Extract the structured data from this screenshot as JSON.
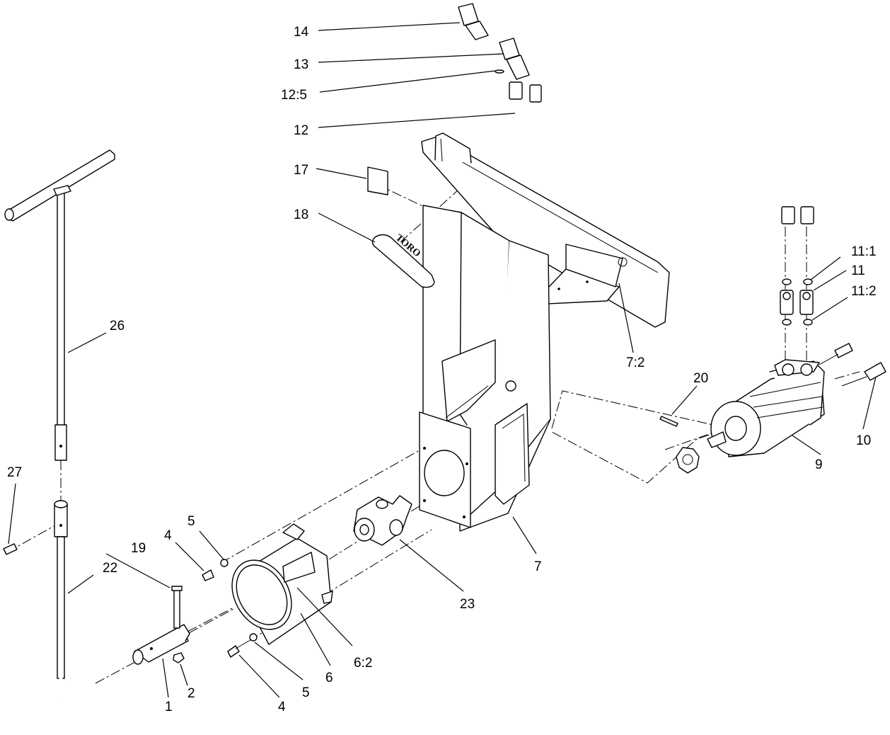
{
  "diagram": {
    "decal_text": "TORO",
    "callouts": {
      "c14": "14",
      "c13": "13",
      "c12_5": "12:5",
      "c12": "12",
      "c17": "17",
      "c18": "18",
      "c11_1": "11:1",
      "c11": "11",
      "c11_2": "11:2",
      "c7_2": "7:2",
      "c20": "20",
      "c10": "10",
      "c9": "9",
      "c26": "26",
      "c27": "27",
      "c22": "22",
      "c19": "19",
      "c4_top": "4",
      "c5_top": "5",
      "c7": "7",
      "c23": "23",
      "c6_2": "6:2",
      "c6": "6",
      "c5_bottom": "5",
      "c4_bottom": "4",
      "c2": "2",
      "c1": "1"
    }
  }
}
